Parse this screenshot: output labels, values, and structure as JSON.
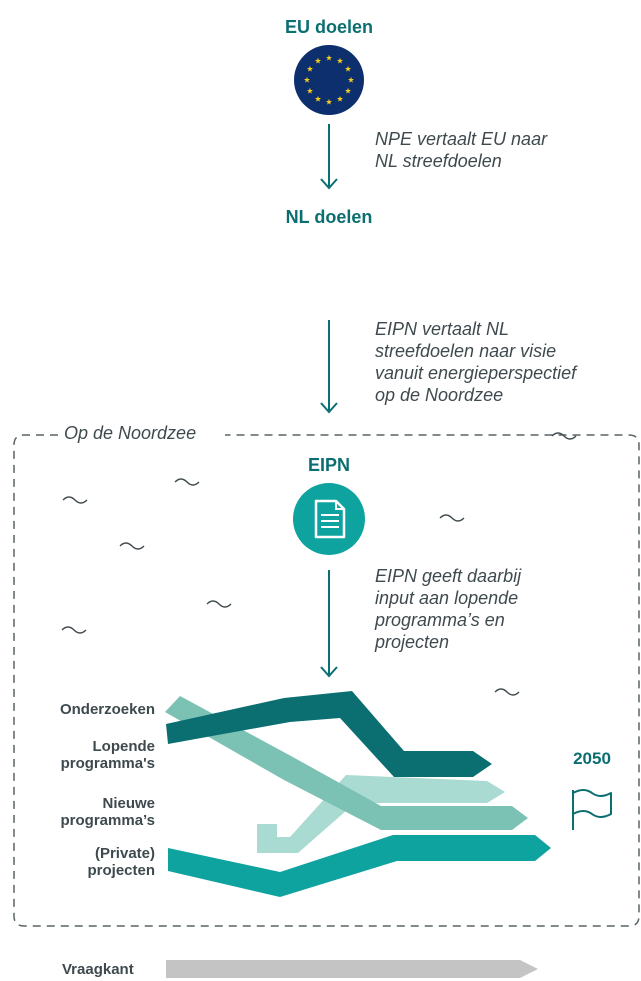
{
  "eu": {
    "title": "EU doelen",
    "note_lines": [
      "NPE vertaalt EU naar",
      "NL streefdoelen"
    ]
  },
  "nl": {
    "title": "NL doelen",
    "note_lines": [
      "EIPN vertaalt NL",
      "streefdoelen naar visie",
      "vanuit energieperspectief",
      "op de Noordzee"
    ]
  },
  "area": {
    "title": "Op de Noordzee",
    "eipn_title": "EIPN",
    "eipn_note_lines": [
      "EIPN geeft daarbij",
      "input aan lopende",
      "programma’s en",
      "projecten"
    ],
    "labels": {
      "onderzoeken": "Onderzoeken",
      "lopende": [
        "Lopende",
        "programma's"
      ],
      "nieuwe": [
        "Nieuwe",
        "programma’s"
      ],
      "private": [
        "(Private)",
        "projecten"
      ]
    },
    "year": "2050"
  },
  "footer": {
    "vraagkant": "Vraagkant"
  },
  "colors": {
    "dark_teal": "#0b6f72",
    "teal": "#0fa3a0",
    "mid_teal": "#7cc2b4",
    "light_teal": "#a9dbd3",
    "grey": "#c4c4c4",
    "eu_blue": "#0e2f6d",
    "eu_star": "#f6cd1e",
    "text": "#3f4a4e"
  },
  "icons": [
    "eu-flag-icon",
    "document-icon",
    "flag-icon",
    "wave-icon",
    "arrow-down-icon"
  ]
}
